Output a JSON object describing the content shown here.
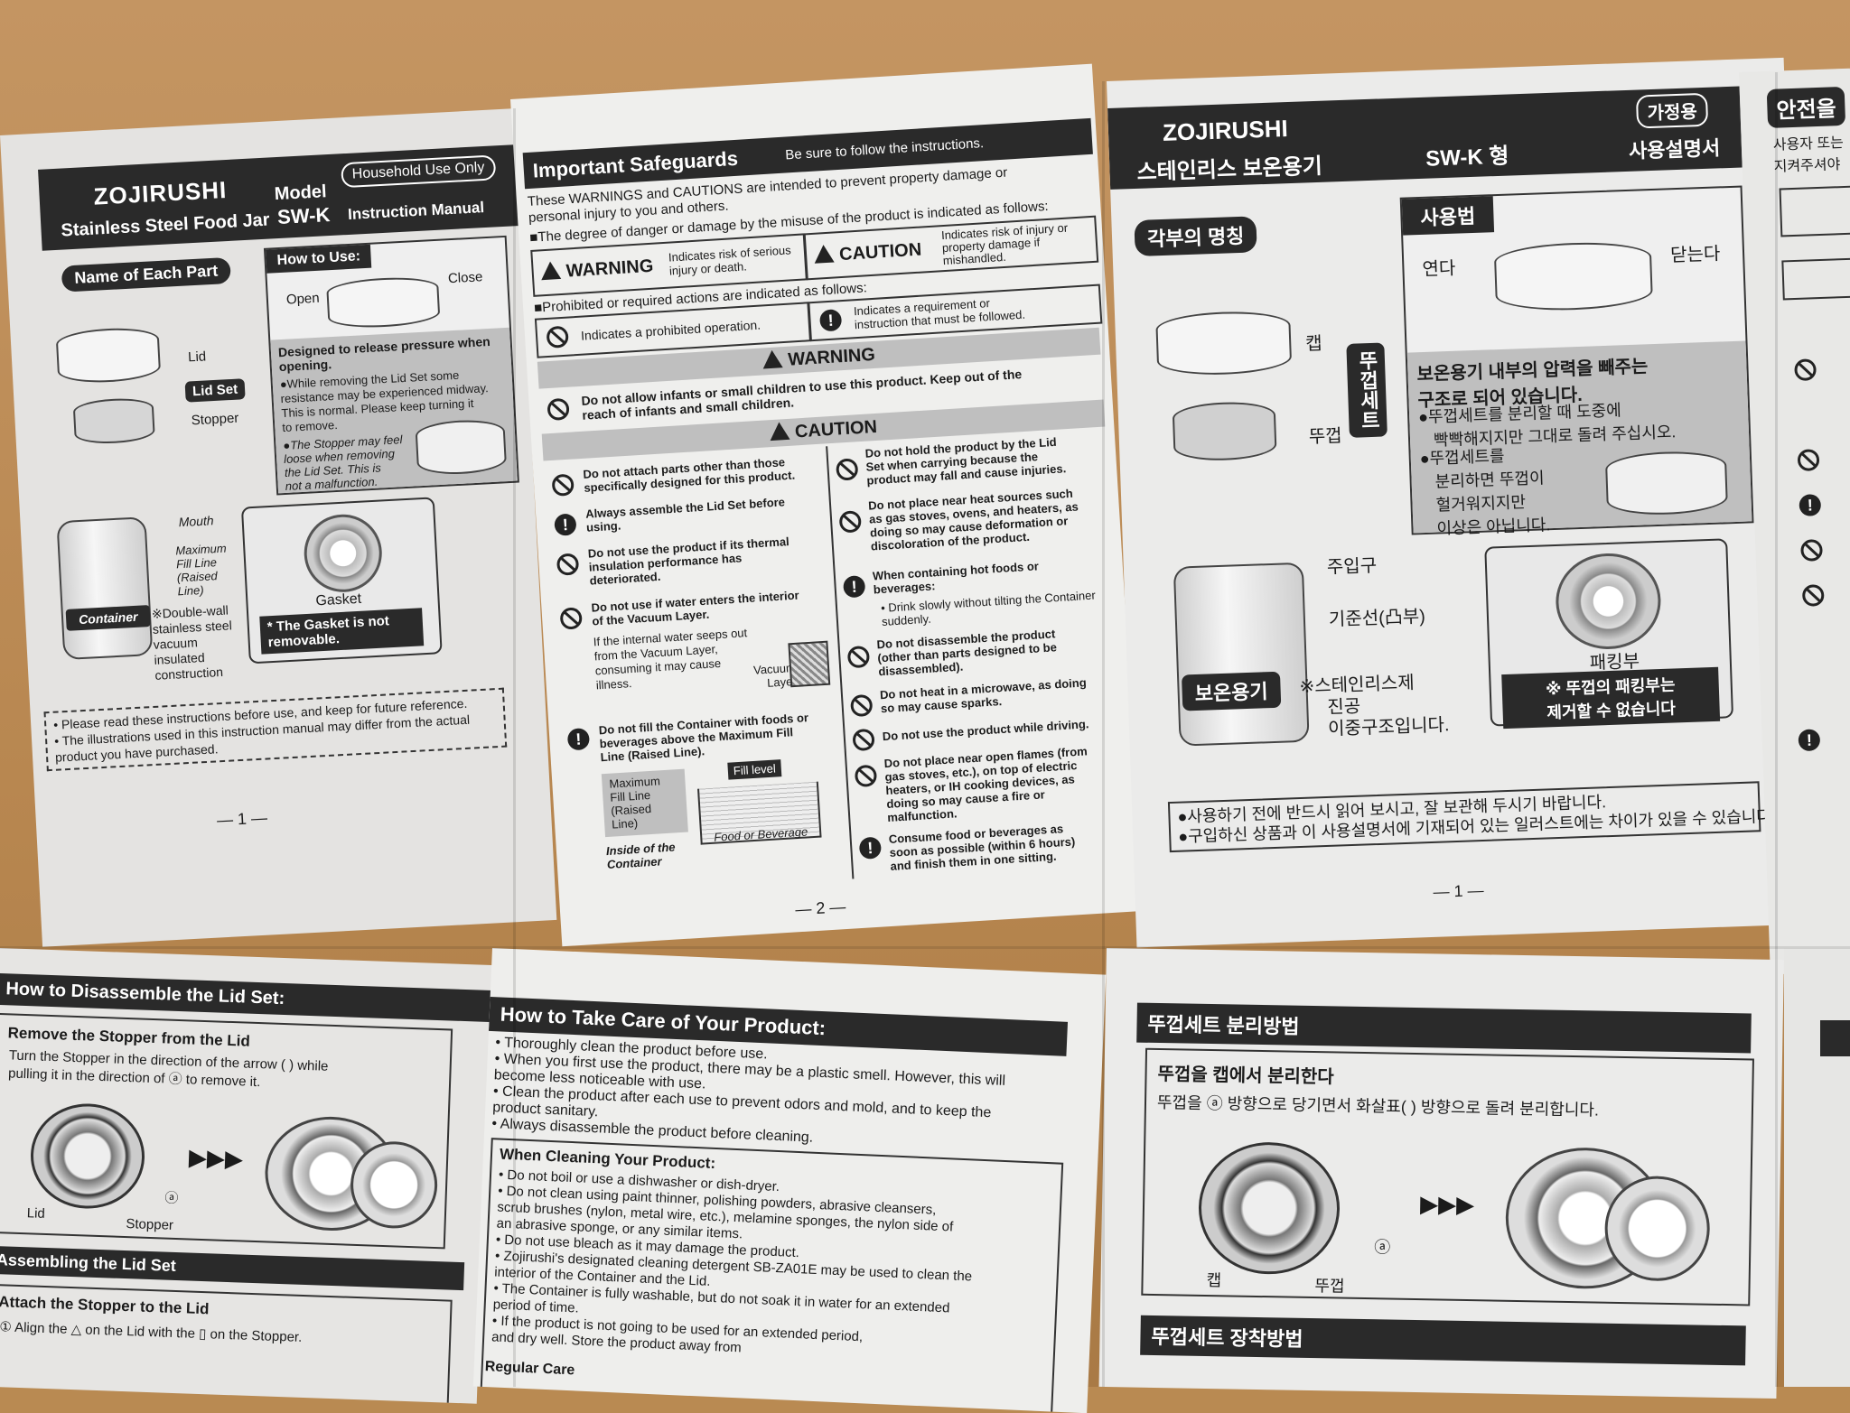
{
  "left": {
    "brand": "ZOJIRUSHI",
    "product": "Stainless Steel Food Jar",
    "model_label": "Model",
    "model": "SW-K",
    "household": "Household Use Only",
    "manual": "Instruction Manual",
    "name_parts_title": "Name of Each Part",
    "part_lid": "Lid",
    "part_lid_set": "Lid Set",
    "part_stopper": "Stopper",
    "part_mouth": "Mouth",
    "part_max_fill": [
      "Maximum",
      "Fill Line",
      "(Raised",
      "Line)"
    ],
    "part_container": "Container",
    "part_construction": [
      "※Double-wall",
      "stainless steel",
      "vacuum",
      "insulated",
      "construction"
    ],
    "part_gasket": "Gasket",
    "gasket_note": [
      "* The Gasket is not",
      "removable."
    ],
    "how_to_use_title": "How to Use:",
    "open": "Open",
    "close": "Close",
    "pressure_title": [
      "Designed to release pressure when",
      "opening."
    ],
    "pressure_note1": [
      "●While removing the Lid Set some",
      "resistance may be experienced midway.",
      "This is normal. Please keep turning it",
      "to remove."
    ],
    "pressure_note2": [
      "●The Stopper may feel",
      "loose when removing",
      "the Lid Set. This is",
      "not a malfunction."
    ],
    "foot_notes": [
      "• Please read these instructions before use, and keep for future reference.",
      "• The illustrations used in this instruction manual may differ from the actual",
      "  product you have purchased."
    ],
    "page": "— 1 —"
  },
  "safeguards": {
    "title": "Important Safeguards",
    "subtitle": "Be sure to follow the instructions.",
    "intro": [
      "These WARNINGS and CAUTIONS are intended to prevent property damage or",
      "personal injury to you and others."
    ],
    "degree": "■The degree of danger or damage by the misuse of the product is indicated as follows:",
    "warning_label": "WARNING",
    "warning_desc": [
      "Indicates risk of serious",
      "injury or death."
    ],
    "caution_label": "CAUTION",
    "caution_desc": [
      "Indicates risk of injury or",
      "property damage if",
      "mishandled."
    ],
    "prohibited_intro": "■Prohibited or required actions are indicated as follows:",
    "prohibited": "Indicates a prohibited operation.",
    "required": [
      "Indicates a requirement or",
      "instruction that must be followed."
    ],
    "warning_header": "WARNING",
    "warning_item": [
      "Do not allow infants or small children to use this product. Keep out of the",
      "reach of infants and small children."
    ],
    "caution_header": "CAUTION",
    "left_items": [
      [
        "Do not attach parts other than those",
        "specifically designed for this product."
      ],
      [
        "Always assemble the Lid Set before",
        "using."
      ],
      [
        "Do not use the product if its thermal",
        "insulation performance has",
        "deteriorated."
      ],
      [
        "Do not use if water enters the interior",
        "of the Vacuum Layer."
      ]
    ],
    "vacuum_note": [
      "If the internal water seeps out",
      "from the Vacuum Layer,",
      "consuming it may cause",
      "illness."
    ],
    "vacuum_layer": [
      "Vacuum",
      "Layer"
    ],
    "fill_item": [
      "Do not fill the Container with foods or",
      "beverages above the Maximum Fill",
      "Line (Raised Line)."
    ],
    "max_fill": [
      "Maximum",
      "Fill Line",
      "(Raised",
      "Line)"
    ],
    "fill_level": "Fill level",
    "inside_container": [
      "Inside of the",
      "Container"
    ],
    "food_beverage": "Food or Beverage",
    "right_items": [
      [
        "Do not hold the product by the Lid",
        "Set when carrying because the",
        "product may fall and cause injuries."
      ],
      [
        "Do not place near heat sources such",
        "as gas stoves, ovens, and heaters, as",
        "doing so may cause deformation or",
        "discoloration of the product."
      ],
      [
        "When containing hot foods or",
        "beverages:"
      ],
      [
        "Do not disassemble the product",
        "(other than parts designed to be",
        "disassembled)."
      ],
      [
        "Do not heat in a microwave, as doing",
        "so may cause sparks."
      ],
      [
        "Do not use the product while driving."
      ],
      [
        "Do not place near open flames (from",
        "gas stoves, etc.), on top of electric",
        "heaters, or IH cooking devices, as",
        "doing so may cause a fire or",
        "malfunction."
      ],
      [
        "Consume food or beverages as",
        "soon as possible (within 6 hours)",
        "and finish them in one sitting."
      ]
    ],
    "drink_note": [
      "• Drink slowly without tilting the Container",
      "  suddenly."
    ],
    "page": "— 2 —"
  },
  "korean": {
    "brand": "ZOJIRUSHI",
    "product": "스테인리스 보온용기",
    "model": "SW-K 형",
    "household": "가정용",
    "manual": "사용설명서",
    "parts_title": "각부의 명칭",
    "cap": "캡",
    "lid": "뚜껍",
    "lid_set": "뚜껍세트",
    "mouth": "주입구",
    "baseline": "기준선(凸부)",
    "container": "보온용기",
    "construction": [
      "※스테인리스제",
      "진공",
      "이중구조입니다."
    ],
    "packing": "패킹부",
    "packing_note": [
      "※ 뚜껍의 패킹부는",
      "제거할 수 없습니다"
    ],
    "usage_title": "사용법",
    "open": "연다",
    "close": "닫는다",
    "pressure": [
      "보온용기 내부의 압력을 빼주는",
      "구조로 되어 있습니다."
    ],
    "pressure_note1": [
      "●뚜껍세트를 분리할 때 도중에",
      "빡빡해지지만 그대로 돌려 주십시오."
    ],
    "pressure_note2": [
      "●뚜껍세트를",
      "분리하면 뚜껍이",
      "헐거워지지만",
      "이상은 아닙니다."
    ],
    "foot_notes": [
      "●사용하기 전에 반드시 읽어 보시고, 잘 보관해 두시기 바랍니다.",
      "●구입하신 상품과 이 사용설명서에 기재되어 있는 일러스트에는 차이가 있을 수 있습니다."
    ],
    "page": "— 1 —",
    "right_edge_title": "안전을",
    "right_edge_lines": [
      "사용자 또는",
      "지켜주셔야"
    ]
  },
  "bottom_left": {
    "disassemble_title": "How to Disassemble the Lid Set:",
    "remove_title": "Remove the Stopper from the Lid",
    "remove_text": [
      "Turn the Stopper in the direction of the arrow (  ) while",
      "pulling it in the direction of ⓐ to remove it."
    ],
    "lid": "Lid",
    "stopper": "Stopper",
    "a_mark": "ⓐ",
    "assemble_title": "Assembling the Lid Set",
    "attach_title": "Attach the Stopper to the Lid",
    "attach_text": "① Align the △ on the Lid with the ▯ on the Stopper."
  },
  "bottom_mid": {
    "care_title": "How to Take Care of Your Product:",
    "care_lines": [
      "• Thoroughly clean the product before use.",
      "• When you first use the product, there may be a plastic smell. However, this will",
      "  become less noticeable with use.",
      "• Clean the product after each use to prevent odors and mold, and to keep the",
      "  product sanitary.",
      "• Always disassemble the product before cleaning."
    ],
    "cleaning_title": "When Cleaning Your Product:",
    "cleaning_lines": [
      "• Do not boil or use a dishwasher or dish-dryer.",
      "• Do not clean using paint thinner, polishing powders, abrasive cleansers,",
      "  scrub brushes (nylon, metal wire, etc.), melamine sponges, the nylon side of",
      "  an abrasive sponge, or any similar items.",
      "• Do not use bleach as it may damage the product.",
      "• Zojirushi's designated cleaning detergent SB-ZA01E may be used to clean the",
      "  interior of the Container and the Lid.",
      "• The Container is fully washable, but do not soak it in water for an extended",
      "  period of time.",
      "• If the product is not going to be used for an extended period,",
      "  and dry well. Store the product away from"
    ],
    "regular_care": "Regular Care"
  },
  "bottom_right": {
    "separate_title": "뚜껍세트 분리방법",
    "separate_sub": "뚜껍을 캡에서 분리한다",
    "separate_text": "뚜껍을 ⓐ 방향으로 당기면서 화살표(  ) 방향으로 돌려 분리합니다.",
    "cap": "캡",
    "lid": "뚜껍",
    "a_mark": "ⓐ",
    "assemble_title": "뚜껍세트 장착방법"
  }
}
